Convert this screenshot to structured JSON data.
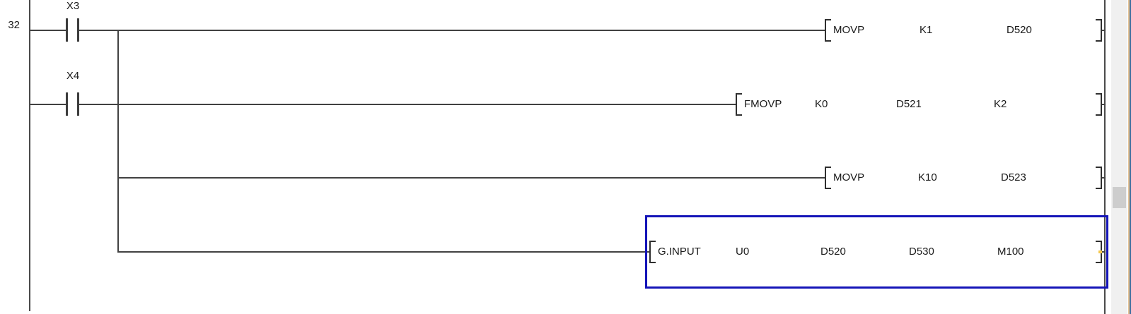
{
  "editor": {
    "rung_number": "32",
    "contacts": [
      {
        "label": "X3",
        "type": "normally-open"
      },
      {
        "label": "X4",
        "type": "normally-open"
      }
    ],
    "rows": [
      {
        "mnemonic": "MOVP",
        "operands": [
          "K1",
          "D520"
        ]
      },
      {
        "mnemonic": "FMOVP",
        "operands": [
          "K0",
          "D521",
          "K2"
        ]
      },
      {
        "mnemonic": "MOVP",
        "operands": [
          "K10",
          "D523"
        ]
      },
      {
        "mnemonic": "G.INPUT",
        "operands": [
          "U0",
          "D520",
          "D530",
          "M100"
        ],
        "selected": true
      }
    ]
  },
  "colors": {
    "wire": "#414141",
    "text": "#1a1a1a",
    "selection_border": "#1414b8",
    "connection_marker": "#f5c84c",
    "scrollbar_track": "#f0f0f0",
    "scrollbar_thumb": "#cdcdcd",
    "window_edge_tan": "#e3c193",
    "window_edge_blue": "#3f6f9f"
  }
}
